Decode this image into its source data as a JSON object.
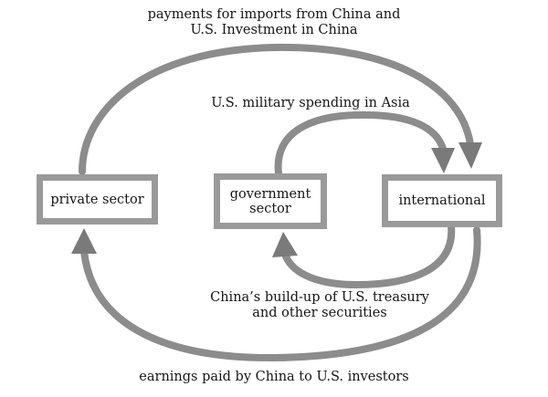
{
  "boxes": {
    "private": "private sector",
    "government_line1": "government",
    "government_line2": "sector",
    "international": "international"
  },
  "flows": {
    "imports_line1": "payments for imports from China and",
    "imports_line2": "U.S. Investment in China",
    "military": "U.S. military spending in Asia",
    "treasury_line1": "China’s build-up of U.S. treasury",
    "treasury_line2": "and other securities",
    "earnings": "earnings paid by China to U.S. investors"
  },
  "colors": {
    "arrow": "#8c8c8c",
    "box_border": "#9a9a9a",
    "text": "#151515"
  }
}
